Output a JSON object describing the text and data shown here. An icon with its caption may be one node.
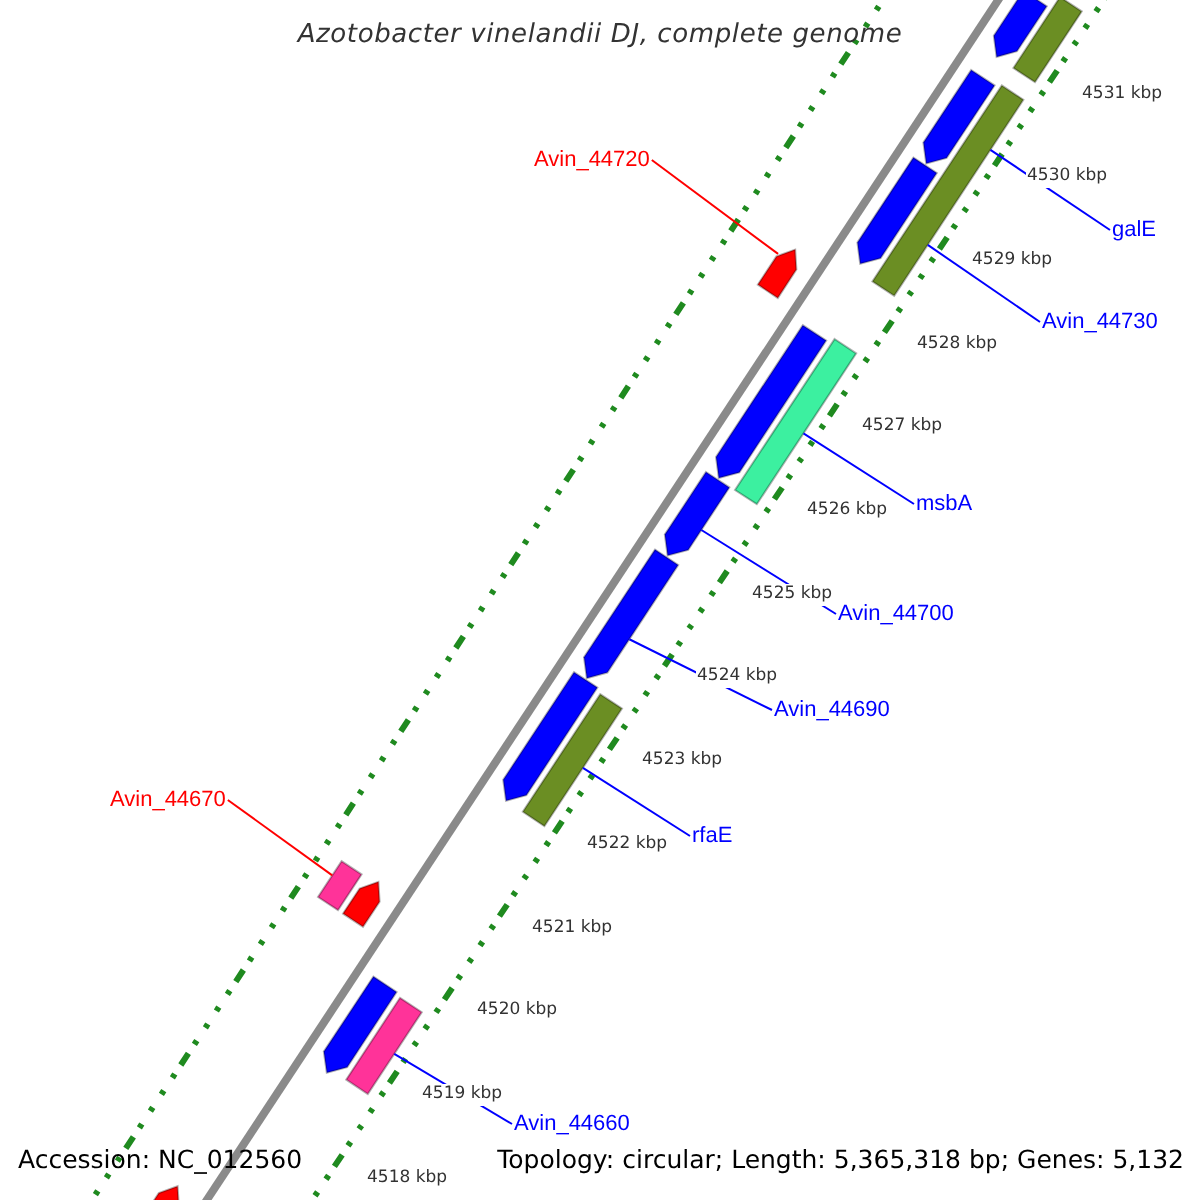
{
  "diagram": {
    "title": "Azotobacter vinelandii DJ, complete genome",
    "nodes": [
      {
        "text": [
          "Avin_44720"
        ]
      },
      {
        "text": [
          "galE"
        ]
      },
      {
        "text": [
          "Avin_44730"
        ]
      },
      {
        "text": [
          "msbA"
        ]
      },
      {
        "text": [
          "Avin_44700"
        ]
      },
      {
        "text": [
          "Avin_44690"
        ]
      },
      {
        "text": [
          "Avin_44670"
        ]
      },
      {
        "text": [
          "rfaE"
        ]
      },
      {
        "text": [
          "Avin_44660"
        ]
      },
      {
        "text": [],
        "shape": "bar"
      },
      {
        "text": [],
        "shape": "bar"
      },
      {
        "text": [],
        "shape": "bar"
      },
      {
        "text": [],
        "shape": "bar"
      },
      {
        "text": [],
        "shape": "bar"
      },
      {
        "text": [],
        "shape": "bar"
      },
      {
        "text": [],
        "shape": "bar"
      },
      {
        "text": [],
        "shape": "bar"
      },
      {
        "text": [],
        "shape": "bar"
      },
      {
        "text": [],
        "shape": "bar"
      },
      {
        "text": [],
        "shape": "bar"
      },
      {
        "text": [],
        "shape": "bar"
      },
      {
        "text": [],
        "shape": "bar"
      },
      {
        "text": [],
        "shape": "bar"
      },
      {
        "text": [],
        "shape": "bar"
      },
      {
        "text": [],
        "shape": "bar"
      },
      {
        "text": [],
        "shape": "bar"
      }
    ],
    "edges": [
      {
        "from": 0,
        "to": 11,
        "arrow": "none",
        "color": "#ff0000"
      },
      {
        "from": 1,
        "to": 20,
        "arrow": "none"
      },
      {
        "from": 2,
        "to": 20,
        "arrow": "none"
      },
      {
        "from": 3,
        "to": 12,
        "arrow": "none"
      },
      {
        "from": 4,
        "to": 13,
        "arrow": "none"
      },
      {
        "from": 5,
        "to": 14,
        "arrow": "none"
      },
      {
        "from": 6,
        "to": 16,
        "arrow": "none",
        "color": "#ff0000"
      },
      {
        "from": 7,
        "to": 22,
        "arrow": "none"
      },
      {
        "from": 8,
        "to": 24,
        "arrow": "none"
      }
    ],
    "labels": [
      "4531 kbp",
      "4530 kbp",
      "4529 kbp",
      "4528 kbp",
      "4527 kbp",
      "4526 kbp",
      "4525 kbp",
      "4524 kbp",
      "4523 kbp",
      "4522 kbp",
      "4521 kbp",
      "4520 kbp",
      "4519 kbp",
      "4518 kbp",
      "Accession: NC_012560",
      "Topology: circular; Length: 5,365,318 bp; Genes: 5,132"
    ]
  }
}
